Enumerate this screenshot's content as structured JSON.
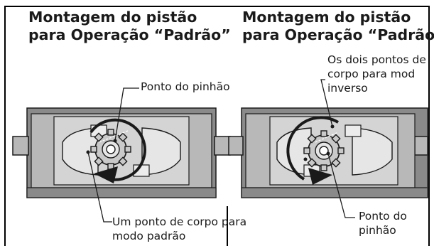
{
  "left_panel": {
    "title_line1": "Montagem do pistão",
    "title_line2": "para Operação “Padrão”",
    "callout_pinion": "Ponto do pinhão",
    "callout_body_line1": "Um ponto de corpo para",
    "callout_body_line2": "modo padrão"
  },
  "right_panel": {
    "title_line1": "Montagem do pistão",
    "title_line2": "para Operação “Padrão”",
    "callout_body_line1": "Os dois pontos de",
    "callout_body_line2": "corpo para mod",
    "callout_body_line3": "inverso",
    "callout_pinion_line1": "Ponto do",
    "callout_pinion_line2": "pinhão"
  },
  "colors": {
    "housing_outer": "#8a8a8a",
    "housing_mid": "#b8b8b8",
    "housing_inner": "#d4d4d4",
    "piston": "#e6e6e6",
    "gear": "#c9c9c9",
    "arrow": "#1a1a1a"
  }
}
